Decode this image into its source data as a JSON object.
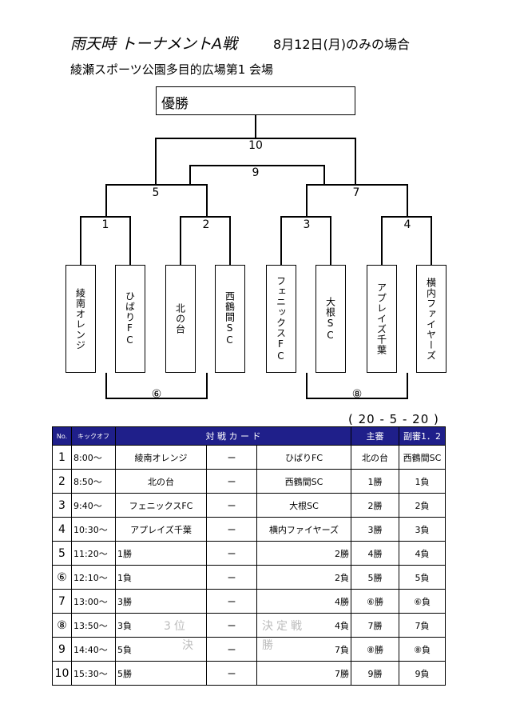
{
  "header": {
    "title": "雨天時 トーナメントA戦",
    "date": "8月12日(月)のみの場合",
    "venue": "綾瀬スポーツ公園多目的広場第1 会場"
  },
  "bracket": {
    "champion_label": "優勝",
    "matches": [
      "1",
      "2",
      "3",
      "4",
      "5",
      "7",
      "9",
      "10"
    ],
    "teams": [
      "綾南オレンジ",
      "ひばりFC",
      "北の台",
      "西鶴間SC",
      "フェニックスFC",
      "大根SC",
      "アプレイズ千葉",
      "横内ファイヤーズ"
    ],
    "consolation": [
      "⑥",
      "⑧"
    ]
  },
  "score_format": "( 20 - 5 - 20 )",
  "schedule": {
    "headers": {
      "no": "No.",
      "kickoff": "キックオフ",
      "card": "対 戦 カ ー ド",
      "referee": "主審",
      "assistant": "副審1．2"
    },
    "rows": [
      {
        "no": "1",
        "time": "8:00～",
        "home": "綾南オレンジ",
        "vs": "ー",
        "away": "ひばりFC",
        "ref": "北の台",
        "asst": "西鶴間SC"
      },
      {
        "no": "2",
        "time": "8:50～",
        "home": "北の台",
        "vs": "ー",
        "away": "西鶴間SC",
        "ref": "1勝",
        "asst": "1負"
      },
      {
        "no": "3",
        "time": "9:40～",
        "home": "フェニックスFC",
        "vs": "ー",
        "away": "大根SC",
        "ref": "2勝",
        "asst": "2負"
      },
      {
        "no": "4",
        "time": "10:30～",
        "home": "アプレイズ千葉",
        "vs": "ー",
        "away": "横内ファイヤーズ",
        "ref": "3勝",
        "asst": "3負"
      },
      {
        "no": "5",
        "time": "11:20～",
        "home": "1勝",
        "vs": "ー",
        "away": "2勝",
        "ref": "4勝",
        "asst": "4負"
      },
      {
        "no": "⑥",
        "time": "12:10～",
        "home": "1負",
        "vs": "ー",
        "away": "2負",
        "ref": "5勝",
        "asst": "5負"
      },
      {
        "no": "7",
        "time": "13:00～",
        "home": "3勝",
        "vs": "ー",
        "away": "4勝",
        "ref": "⑥勝",
        "asst": "⑥負"
      },
      {
        "no": "⑧",
        "time": "13:50～",
        "home": "3負",
        "vs": "ー",
        "away": "4負",
        "ref": "7勝",
        "asst": "7負"
      },
      {
        "no": "9",
        "time": "14:40～",
        "home": "5負",
        "vs": "ー",
        "away": "7負",
        "ref": "⑧勝",
        "asst": "⑧負"
      },
      {
        "no": "10",
        "time": "15:30～",
        "home": "5勝",
        "vs": "ー",
        "away": "7勝",
        "ref": "9勝",
        "asst": "9負"
      }
    ],
    "ghost_labels": [
      "3位",
      "決",
      "決定戦",
      "勝"
    ]
  }
}
